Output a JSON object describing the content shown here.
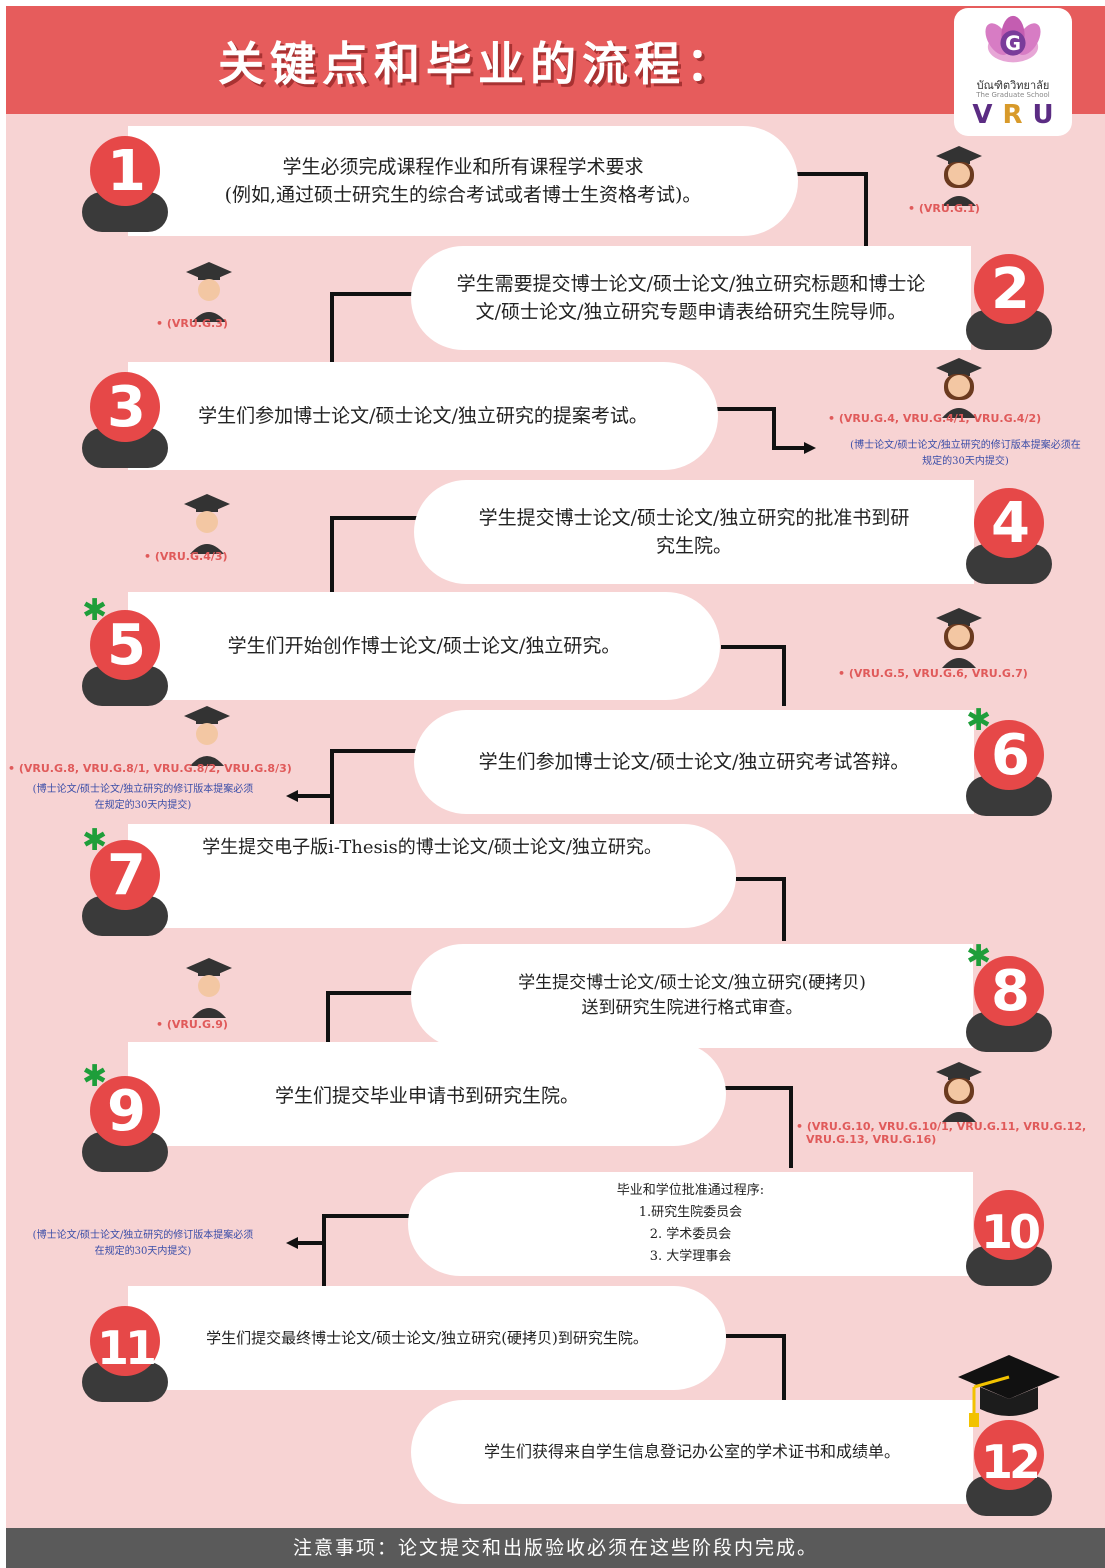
{
  "header": {
    "title": "关键点和毕业的流程："
  },
  "logo": {
    "letter": "G",
    "thai": "บัณฑิตวิทยาลัย",
    "sub": "The Graduate School",
    "v": "V",
    "r": "R",
    "u": "U"
  },
  "steps": [
    {
      "number": "1",
      "lines": [
        "学生必须完成课程作业和所有课程学术要求",
        "(例如,通过硕士研究生的综合考试或者博士生资格考试)。"
      ],
      "code": "• (VRU.G.1)",
      "star": ""
    },
    {
      "number": "2",
      "lines": [
        "学生需要提交博士论文/硕士论文/独立研究标题和博士论",
        "文/硕士论文/独立研究专题申请表给研究生院导师。"
      ],
      "code": "• (VRU.G.3)",
      "star": ""
    },
    {
      "number": "3",
      "lines": [
        "学生们参加博士论文/硕士论文/独立研究的提案考试。"
      ],
      "code": "• (VRU.G.4, VRU.G.4/1, VRU.G.4/2)",
      "star": ""
    },
    {
      "number": "4",
      "lines": [
        "学生提交博士论文/硕士论文/独立研究的批准书到研",
        "究生院。"
      ],
      "code": "• (VRU.G.4/3)",
      "star": ""
    },
    {
      "number": "5",
      "lines": [
        "学生们开始创作博士论文/硕士论文/独立研究。"
      ],
      "code": "• (VRU.G.5, VRU.G.6, VRU.G.7)",
      "star": "✱"
    },
    {
      "number": "6",
      "lines": [
        "学生们参加博士论文/硕士论文/独立研究考试答辩。"
      ],
      "code": "• (VRU.G.8, VRU.G.8/1, VRU.G.8/2, VRU.G.8/3)",
      "star": "✱"
    },
    {
      "number": "7",
      "lines": [
        "学生提交电子版i-Thesis的博士论文/硕士论文/独立研究。"
      ],
      "code": "",
      "star": "✱"
    },
    {
      "number": "8",
      "lines": [
        "学生提交博士论文/硕士论文/独立研究(硬拷贝)",
        "送到研究生院进行格式审查。"
      ],
      "code": "• (VRU.G.9)",
      "star": "✱"
    },
    {
      "number": "9",
      "lines": [
        "学生们提交毕业申请书到研究生院。"
      ],
      "code": "• (VRU.G.10, VRU.G.10/1, VRU.G.11, VRU.G.12,",
      "code2": "VRU.G.13, VRU.G.16)",
      "star": "✱"
    },
    {
      "number": "10",
      "lines": [
        "毕业和学位批准通过程序:",
        "1.研究生院委员会",
        "2. 学术委员会",
        "3. 大学理事会"
      ],
      "code": "",
      "star": ""
    },
    {
      "number": "11",
      "lines": [
        "学生们提交最终博士论文/硕士论文/独立研究(硬拷贝)到研究生院。"
      ],
      "code": "",
      "star": ""
    },
    {
      "number": "12",
      "lines": [
        "学生们获得来自学生信息登记办公室的学术证书和成绩单。"
      ],
      "code": "",
      "star": ""
    }
  ],
  "notes": {
    "n1": [
      "(博士论文/硕士论文/独立研究的修订版本提案必须在",
      "规定的30天内提交)"
    ],
    "n2": [
      "(博士论文/硕士论文/独立研究的修订版本提案必须",
      "在规定的30天内提交)"
    ],
    "n3": [
      "(博士论文/硕士论文/独立研究的修订版本提案必须",
      "在规定的30天内提交)"
    ]
  },
  "footer": {
    "text": "注意事项：论文提交和出版验收必须在这些阶段内完成。"
  },
  "colors": {
    "header": "#e65c5c",
    "background": "#f7d3d3",
    "badge": "#e64848",
    "code": "#e05a5a",
    "note": "#3a4da8",
    "star": "#1e9e3a",
    "footer": "#5a5a5a"
  }
}
